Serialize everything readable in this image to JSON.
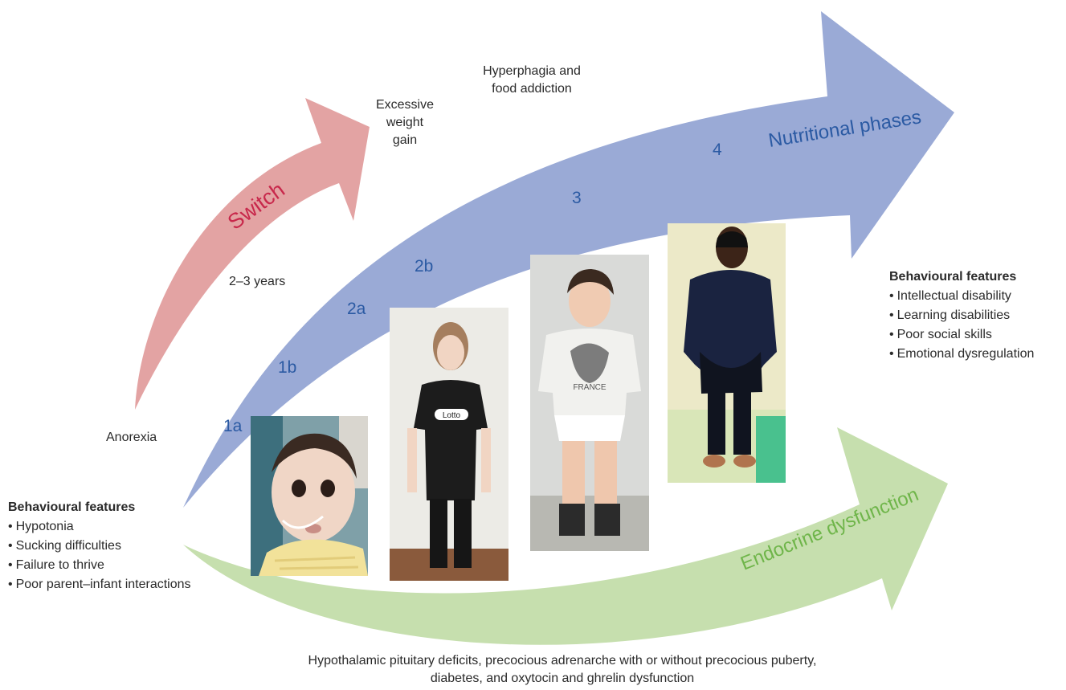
{
  "arrows": {
    "switch": {
      "label": "Switch",
      "fill": "#e3a3a3",
      "text_color": "#c8284b"
    },
    "nutritional": {
      "label": "Nutritional phases",
      "fill": "#9aaad6",
      "text_color": "#2b5aa3"
    },
    "endocrine": {
      "label": "Endocrine dysfunction",
      "fill": "#c6dfae",
      "text_color": "#6fb54a"
    }
  },
  "labels": {
    "anorexia": "Anorexia",
    "two_three_years": "2–3 years",
    "excessive_weight_gain": [
      "Excessive",
      "weight",
      "gain"
    ],
    "hyperphagia": [
      "Hyperphagia and",
      "food addiction"
    ]
  },
  "phases": [
    "1a",
    "1b",
    "2a",
    "2b",
    "3",
    "4"
  ],
  "left_features": {
    "heading": "Behavioural features",
    "items": [
      "Hypotonia",
      "Sucking difficulties",
      "Failure to thrive",
      "Poor parent–infant interactions"
    ]
  },
  "right_features": {
    "heading": "Behavioural features",
    "items": [
      "Intellectual disability",
      "Learning disabilities",
      "Poor social skills",
      "Emotional dysregulation"
    ]
  },
  "footer": [
    "Hypothalamic pituitary deficits, precocious adrenarche with or without precocious puberty,",
    "diabetes, and oxytocin and ghrelin dysfunction"
  ],
  "photos": [
    {
      "subject": "infant",
      "shirt_text": ""
    },
    {
      "subject": "girl",
      "shirt_text": "Lotto"
    },
    {
      "subject": "boy",
      "shirt_text": "FRANCE"
    },
    {
      "subject": "adult",
      "shirt_text": ""
    }
  ]
}
